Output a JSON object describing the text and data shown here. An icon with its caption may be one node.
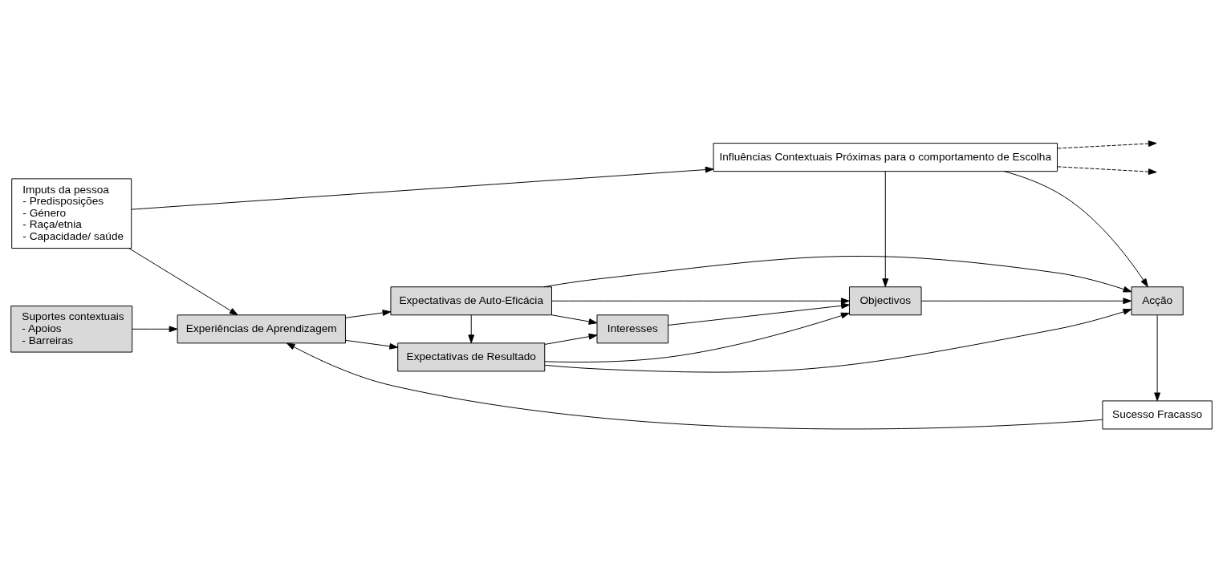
{
  "diagram": {
    "nodes": [
      {
        "text": [
          "Imputs da pessoa",
          "- Predisposições",
          "- Género",
          "- Raça/etnia",
          "- Capacidade/ saúde"
        ]
      },
      {
        "text": [
          "Suportes contextuais",
          "- Apoios",
          "- Barreiras"
        ]
      },
      {
        "text": [
          "Experiências de Aprendizagem"
        ]
      },
      {
        "text": [
          "Expectativas de Auto-Eficácia"
        ]
      },
      {
        "text": [
          "Expectativas de Resultado"
        ]
      },
      {
        "text": [
          "Interesses"
        ]
      },
      {
        "text": [
          "Objectivos"
        ]
      },
      {
        "text": [
          "Acção"
        ]
      },
      {
        "text": [
          "Influências Contextuais Próximas para o comportamento de Escolha"
        ]
      },
      {
        "text": [
          "Sucesso Fracasso"
        ]
      }
    ],
    "edges": [
      {
        "from": 0,
        "to": 8,
        "arrow": "to"
      },
      {
        "from": 0,
        "to": 2,
        "arrow": "to"
      },
      {
        "from": 1,
        "to": 2,
        "arrow": "to"
      },
      {
        "from": 2,
        "to": 3,
        "arrow": "to"
      },
      {
        "from": 2,
        "to": 4,
        "arrow": "to"
      },
      {
        "from": 3,
        "to": 4,
        "arrow": "to"
      },
      {
        "from": 3,
        "to": 5,
        "arrow": "to"
      },
      {
        "from": 3,
        "to": 6,
        "arrow": "to"
      },
      {
        "from": 3,
        "to": 7,
        "arrow": "to"
      },
      {
        "from": 4,
        "to": 5,
        "arrow": "to"
      },
      {
        "from": 4,
        "to": 6,
        "arrow": "to"
      },
      {
        "from": 4,
        "to": 7,
        "arrow": "to"
      },
      {
        "from": 5,
        "to": 6,
        "arrow": "to"
      },
      {
        "from": 6,
        "to": 7,
        "arrow": "to"
      },
      {
        "from": 8,
        "to": null,
        "arrow": "to",
        "style": "dashed"
      },
      {
        "from": 8,
        "to": 6,
        "arrow": "to"
      },
      {
        "from": 8,
        "to": null,
        "arrow": "to",
        "style": "dashed"
      },
      {
        "from": 8,
        "to": 7,
        "arrow": "to"
      },
      {
        "from": 7,
        "to": 9,
        "arrow": "to"
      },
      {
        "from": 9,
        "to": 2,
        "arrow": "to"
      }
    ]
  }
}
